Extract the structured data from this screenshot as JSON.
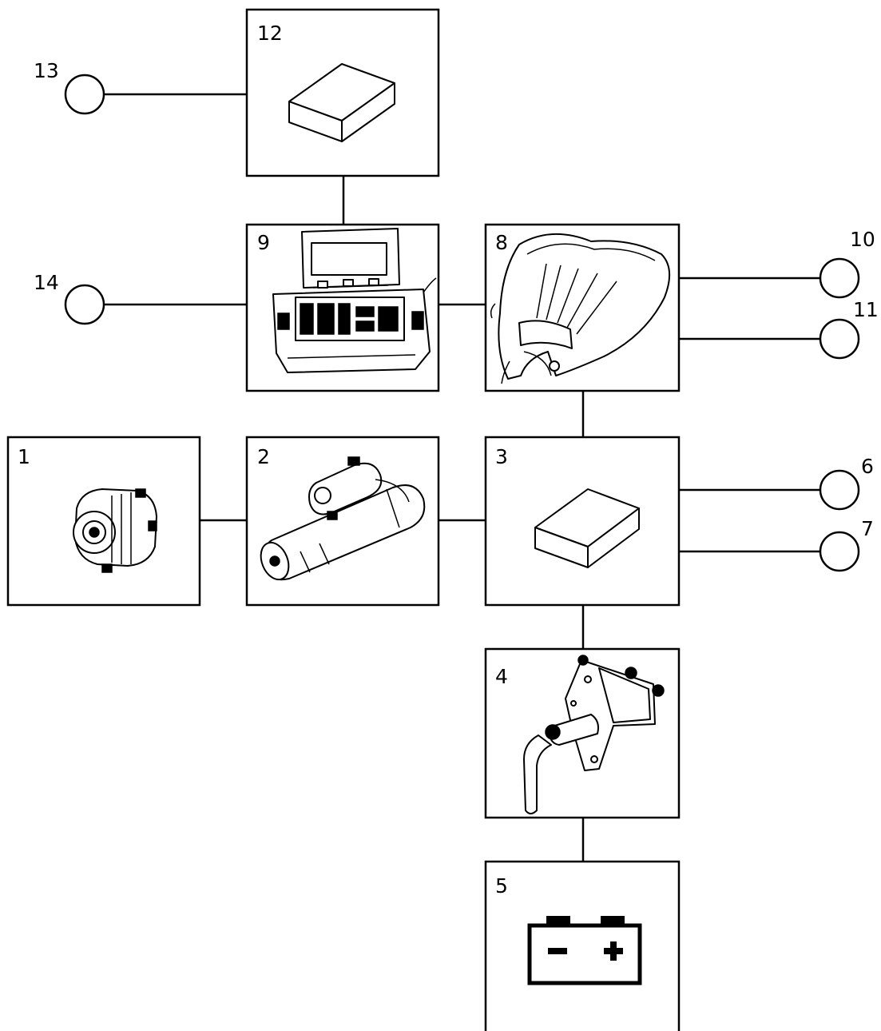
{
  "components": [
    {
      "id": "1",
      "name": "alternator",
      "icon": "alternator-icon"
    },
    {
      "id": "2",
      "name": "starter-motor",
      "icon": "starter-motor-icon"
    },
    {
      "id": "3",
      "name": "control-unit",
      "icon": "control-module-icon"
    },
    {
      "id": "4",
      "name": "fuse-relay-unit",
      "icon": "relay-icon"
    },
    {
      "id": "5",
      "name": "battery",
      "icon": "battery-icon"
    },
    {
      "id": "8",
      "name": "wiring-harness",
      "icon": "harness-icon"
    },
    {
      "id": "9",
      "name": "instrument-panel",
      "icon": "instrument-panel-icon"
    },
    {
      "id": "12",
      "name": "module",
      "icon": "control-module-icon"
    }
  ],
  "connectors": [
    {
      "id": "6"
    },
    {
      "id": "7"
    },
    {
      "id": "10"
    },
    {
      "id": "11"
    },
    {
      "id": "13"
    },
    {
      "id": "14"
    }
  ],
  "battery_symbols": {
    "minus": "-",
    "plus": "+"
  }
}
